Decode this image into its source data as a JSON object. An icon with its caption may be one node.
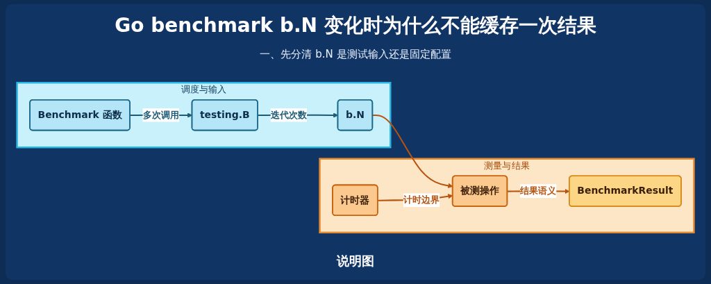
{
  "diagram": {
    "title": "Go benchmark b.N 变化时为什么不能缓存一次结果",
    "caption": "说明图",
    "nodes": [
      {
        "text": [
          "调度与输入"
        ]
      },
      {
        "text": [
          "Benchmark 函数"
        ],
        "in": 0
      },
      {
        "text": [
          "testing.B"
        ],
        "in": 0
      },
      {
        "text": [
          "b.N"
        ],
        "in": 0
      },
      {
        "text": [
          "测量与结果"
        ]
      },
      {
        "text": [
          "被测操作"
        ],
        "in": 4
      },
      {
        "text": [
          "BenchmarkResult"
        ],
        "in": 4
      },
      {
        "text": [
          "计时器"
        ],
        "in": 4
      }
    ],
    "edges": [
      {
        "from": 1,
        "to": 2,
        "arrow": "to",
        "label": "多次调用",
        "color": "#1d5a75"
      },
      {
        "from": 2,
        "to": 3,
        "arrow": "to",
        "label": "迭代次数",
        "color": "#1d5a75"
      },
      {
        "from": 3,
        "to": 5,
        "arrow": "to",
        "color": "#b8520f"
      },
      {
        "from": 5,
        "to": 6,
        "arrow": "to",
        "label": "结果语义",
        "color": "#b8520f"
      },
      {
        "from": 7,
        "to": 5,
        "arrow": "to",
        "label": "计时边界",
        "color": "#b8520f"
      }
    ],
    "labels": [
      "一、先分清 b.N 是测试输入还是固定配置"
    ]
  }
}
